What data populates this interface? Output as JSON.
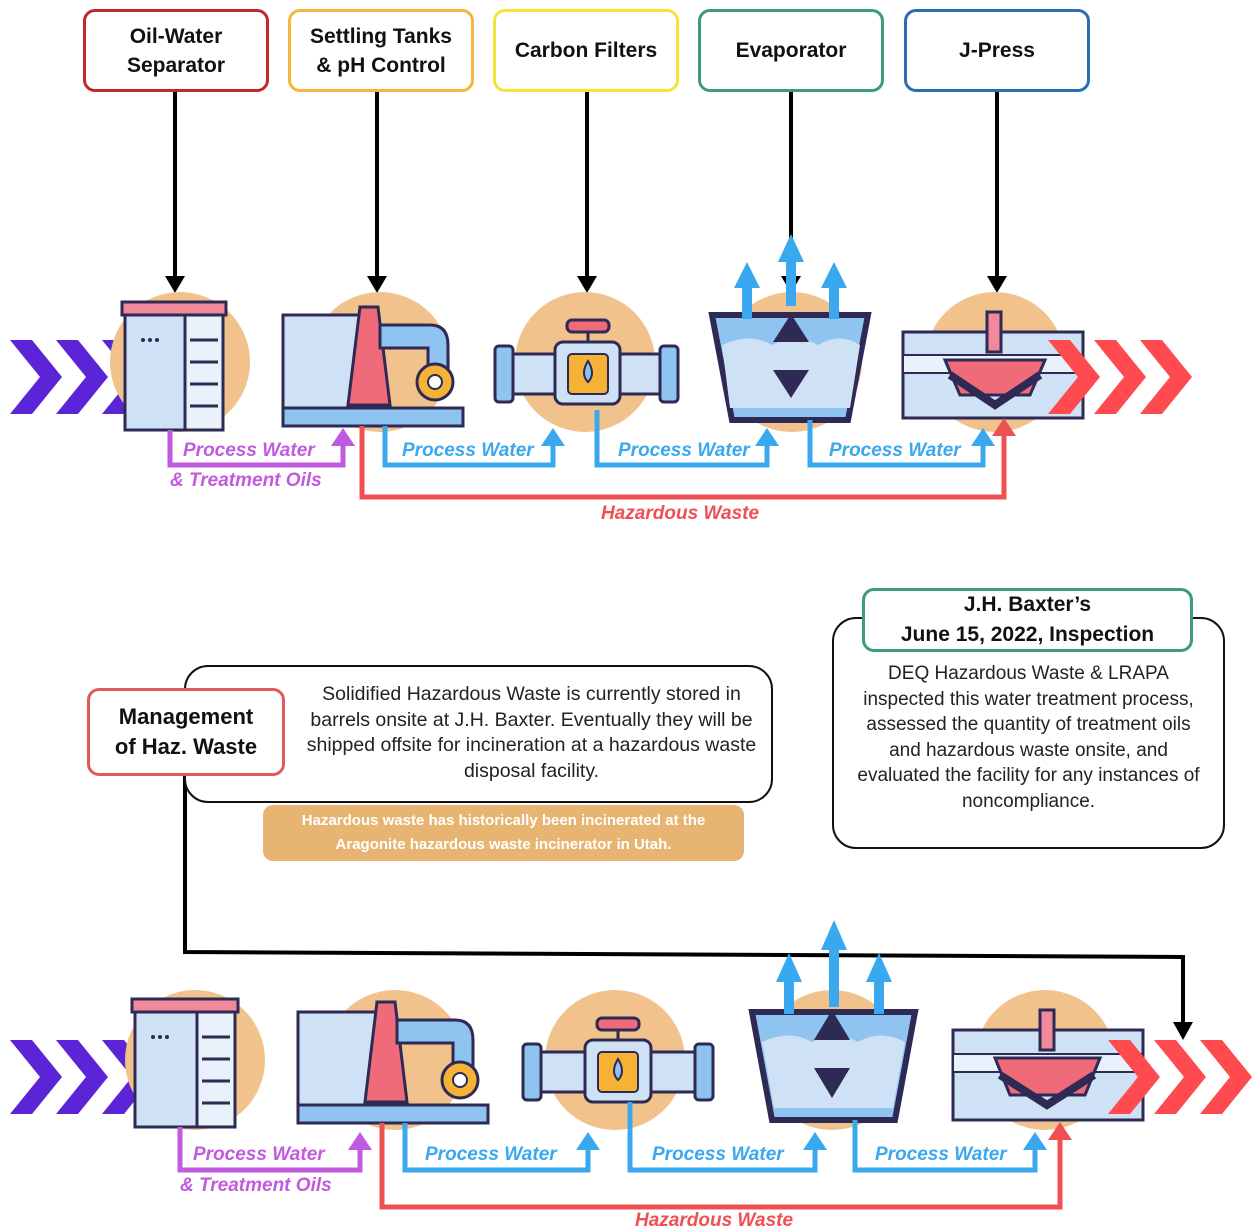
{
  "stages": [
    {
      "label": "Oil-Water\nSeparator",
      "color": "#c0282d"
    },
    {
      "label": "Settling Tanks\n& pH Control",
      "color": "#f2b73c"
    },
    {
      "label": "Carbon Filters",
      "color": "#f3e43a"
    },
    {
      "label": "Evaporator",
      "color": "#3c9c74"
    },
    {
      "label": "J-Press",
      "color": "#2a6db0"
    }
  ],
  "flow_labels": {
    "process_water": "Process Water",
    "treatment_oils": "& Treatment Oils",
    "hazardous_waste": "Hazardous Waste"
  },
  "management": {
    "title": "Management\nof Haz. Waste",
    "text": "Solidified Hazardous Waste is currently stored in barrels onsite at J.H. Baxter. Eventually they will be shipped offsite for incineration at a hazardous waste disposal facility.",
    "note": "Hazardous waste has historically been incinerated at the Aragonite hazardous waste incinerator in Utah."
  },
  "inspection": {
    "title_line1": "J.H. Baxter’s",
    "title_line2": "June 15, 2022, Inspection",
    "text": "DEQ Hazardous Waste & LRAPA inspected this water treatment process, assessed the quantity of treatment oils and hazardous waste onsite, and evaluated the facility for any instances of noncompliance."
  },
  "colors": {
    "purple_flow": "#c25ae0",
    "blue_flow": "#3aa8ee",
    "red_flow": "#ef5052",
    "inflow_chevron": "#5b24d6",
    "outflow_chevron": "#ff4b4f",
    "circle": "#f1c28c",
    "mgmt_border": "#e05a5c",
    "inspection_border": "#3c9c74"
  }
}
